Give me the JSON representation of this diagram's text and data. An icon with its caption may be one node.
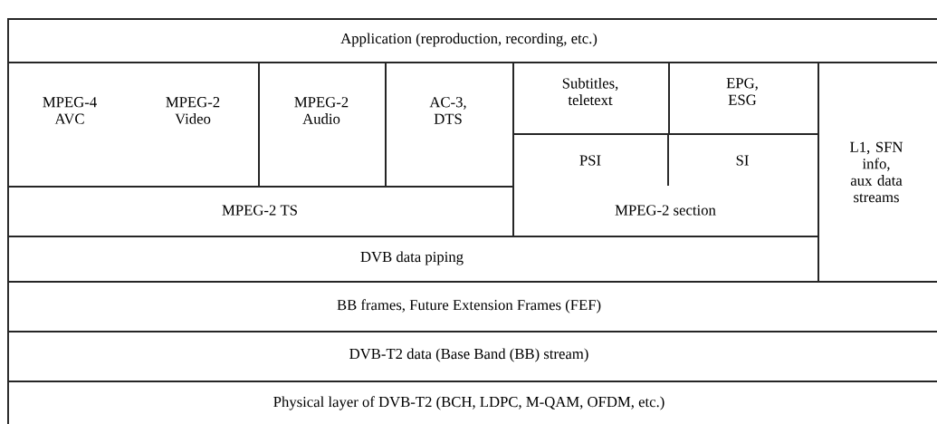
{
  "diagram": {
    "nodes": [
      {
        "text": [
          "Application (reproduction, recording, etc.)"
        ]
      },
      {
        "text": [
          "MPEG-4 AVC",
          "MPEG-2 Video"
        ]
      },
      {
        "text": [
          "MPEG-2 Audio"
        ]
      },
      {
        "text": [
          "AC-3, DTS"
        ]
      },
      {
        "text": [
          "Subtitles, teletext"
        ]
      },
      {
        "text": [
          "EPG, ESG"
        ]
      },
      {
        "text": [
          "L1, SFN info, aux data streams"
        ]
      },
      {
        "text": [
          "PSI",
          "SI",
          "MPEG-2 section"
        ]
      },
      {
        "text": [
          "MPEG-2 TS"
        ]
      },
      {
        "text": [
          "DVB data piping"
        ]
      },
      {
        "text": [
          "BB frames, Future Extension Frames (FEF)"
        ]
      },
      {
        "text": [
          "DVB-T2 data (Base Band (BB) stream)"
        ]
      },
      {
        "text": [
          "Physical layer of DVB-T2 (BCH, LDPC, M-QAM, OFDM, etc.)"
        ]
      }
    ]
  }
}
